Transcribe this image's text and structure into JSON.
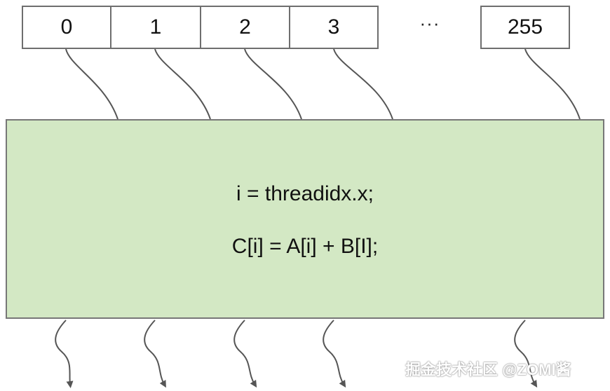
{
  "threads": {
    "labels": [
      "0",
      "1",
      "2",
      "3",
      "255"
    ],
    "ellipsis": "···"
  },
  "kernel": {
    "line1": "i = threadidx.x;",
    "line2": "C[i] = A[i] + B[I];"
  },
  "watermark": "掘金技术社区 @ZOMI酱",
  "colors": {
    "kernel_fill": "#d3e8c4",
    "box_border": "#6e6e6e",
    "line": "#555555"
  }
}
